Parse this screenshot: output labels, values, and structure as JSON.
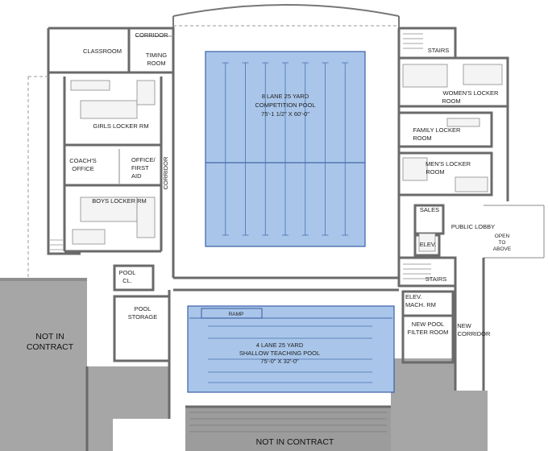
{
  "labels": {
    "corridor_top": "CORRIDOR",
    "classroom": "CLASSROOM",
    "timing_room": [
      "TIMING",
      "ROOM"
    ],
    "girls_locker": "GIRLS LOCKER RM",
    "coachs_office": [
      "COACH'S",
      "OFFICE"
    ],
    "office_first_aid": [
      "OFFICE/",
      "FIRST",
      "AID"
    ],
    "corridor_vertical": "CORRIDOR",
    "boys_locker": "BOYS LOCKER RM",
    "pool_cl": [
      "POOL",
      "CL."
    ],
    "pool_storage": [
      "POOL",
      "STORAGE"
    ],
    "not_in_contract_left": [
      "NOT IN",
      "CONTRACT"
    ],
    "not_in_contract_bottom": "NOT IN CONTRACT",
    "stairs_top": "STAIRS",
    "womens_locker": [
      "WOMEN'S LOCKER",
      "ROOM"
    ],
    "family_locker": [
      "FAMILY LOCKER",
      "ROOM"
    ],
    "mens_locker": [
      "MEN'S LOCKER",
      "ROOM"
    ],
    "sales": "SALES",
    "public_lobby": "PUBLIC LOBBY",
    "open_to_above": [
      "OPEN",
      "TO",
      "ABOVE"
    ],
    "elev": "ELEV.",
    "stairs_lower": "STAIRS",
    "elev_mach_rm": [
      "ELEV.",
      "MACH. RM"
    ],
    "new_pool_filter": [
      "NEW POOL",
      "FILTER ROOM"
    ],
    "new_corridor": [
      "NEW",
      "CORRIDOR"
    ],
    "comp_pool": [
      "8 LANE 25 YARD",
      "COMPETITION POOL",
      "75'-1 1/2\" X 60'-0\""
    ],
    "teach_pool": [
      "4 LANE 25 YARD",
      "SHALLOW TEACHING POOL",
      "75'-0\" X 32'-0\""
    ],
    "ramp": "RAMP"
  },
  "colors": {
    "pool_fill": "#a9c6ea",
    "pool_edge": "#3a5fa8",
    "not_in_contract": "#a6a6a6",
    "wall": "#6a6a6a"
  }
}
